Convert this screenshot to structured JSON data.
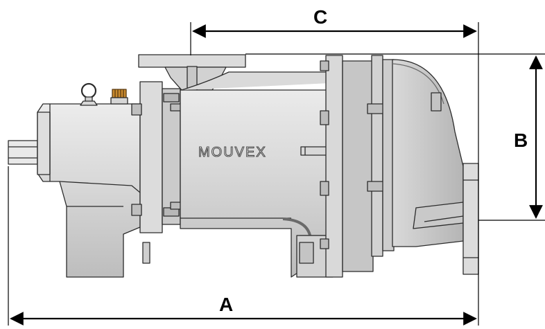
{
  "brand": "MOUVEX",
  "dimensions": {
    "a": "A",
    "b": "B",
    "c": "C"
  },
  "colors": {
    "body": "#d4d4d4",
    "body_light": "#e6e6e6",
    "body_dark": "#b9b9b9",
    "outline": "#2b2b2b",
    "accent_cap": "#c98a2e",
    "dimension_line": "#000000"
  }
}
